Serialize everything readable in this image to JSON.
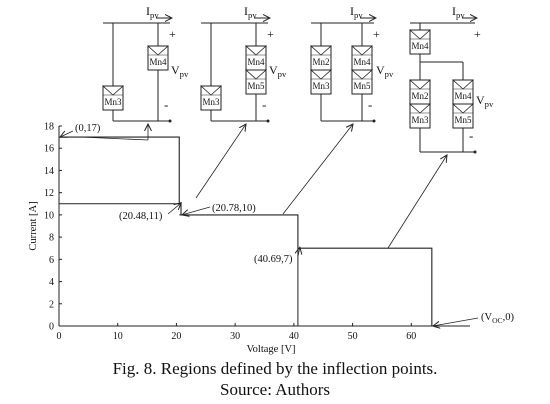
{
  "chart_data": {
    "type": "line",
    "title": "",
    "xlabel": "Voltage [V]",
    "ylabel": "Current [A]",
    "xlim": [
      0,
      70
    ],
    "ylim": [
      0,
      18
    ],
    "xticks": [
      0,
      10,
      20,
      30,
      40,
      50,
      60
    ],
    "yticks": [
      0,
      2,
      4,
      6,
      8,
      10,
      12,
      14,
      16,
      18
    ],
    "grid": false,
    "series": [
      {
        "points": [
          [
            0,
            17
          ],
          [
            20.48,
            17
          ],
          [
            20.48,
            11
          ],
          [
            20.78,
            11
          ],
          [
            20.78,
            10
          ],
          [
            40.69,
            10
          ],
          [
            40.69,
            7
          ],
          [
            63.5,
            7
          ],
          [
            63.5,
            0
          ]
        ]
      }
    ],
    "region_lines": [
      {
        "points": [
          [
            0,
            11
          ],
          [
            20.48,
            11
          ]
        ]
      },
      {
        "points": [
          [
            20.48,
            10
          ],
          [
            20.78,
            10
          ]
        ]
      },
      {
        "points": [
          [
            40.69,
            7
          ],
          [
            40.69,
            0
          ]
        ]
      }
    ],
    "annotations": [
      {
        "text": "(0,17)",
        "at": [
          0,
          17
        ]
      },
      {
        "text": "(20.48,11)",
        "at": [
          20.48,
          11
        ]
      },
      {
        "text": "(20.78,10)",
        "at": [
          20.78,
          10
        ]
      },
      {
        "text": "(40.69,7)",
        "at": [
          40.69,
          7
        ]
      },
      {
        "text": "(V",
        "sub": "OC",
        "tail": ",0)",
        "at": [
          63.5,
          0
        ]
      }
    ]
  },
  "circuits": {
    "current_label": "I",
    "current_sub": "pv",
    "voltage_label": "V",
    "voltage_sub": "pv",
    "plus": "+",
    "minus": "-",
    "c1": {
      "left": [
        "Mn3"
      ],
      "right": [
        "Mn4"
      ]
    },
    "c2": {
      "left": [
        "Mn3"
      ],
      "right": [
        "Mn4",
        "Mn5"
      ]
    },
    "c3": {
      "left": [
        "Mn2",
        "Mn3"
      ],
      "right": [
        "Mn4",
        "Mn5"
      ]
    },
    "c4": {
      "top": "Mn4",
      "left": [
        "Mn2",
        "Mn3"
      ],
      "right": [
        "Mn4",
        "Mn5"
      ]
    }
  },
  "caption": {
    "line1": "Fig. 8. Regions defined by the inflection points.",
    "line2": "Source: Authors"
  }
}
